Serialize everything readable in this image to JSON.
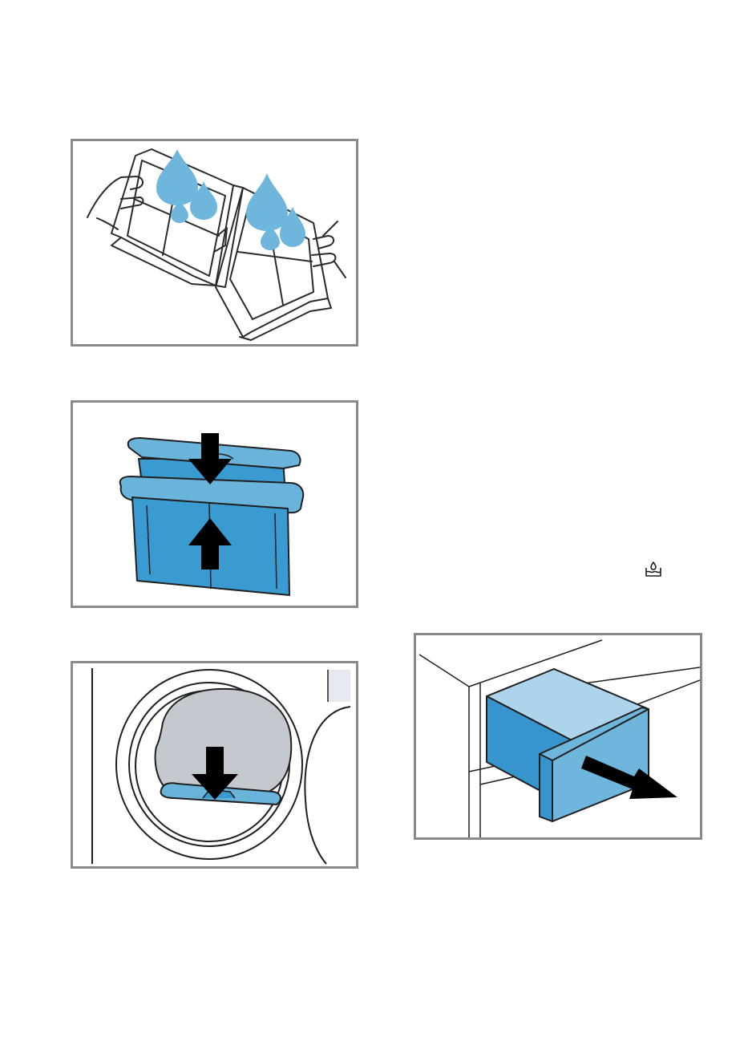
{
  "page": {
    "background": "#ffffff",
    "panel_border": "#8a8a8a"
  },
  "illustrations": [
    {
      "id": "filter-rinse",
      "icon": "filter-wash-illustration"
    },
    {
      "id": "filter-reassemble",
      "icon": "filter-assemble-illustration"
    },
    {
      "id": "filter-insert",
      "icon": "filter-insert-door-illustration"
    },
    {
      "id": "tank-pull-out",
      "icon": "water-tank-drawer-illustration"
    }
  ],
  "symbols": {
    "tank_icon": "condensate-tank-icon"
  },
  "colors": {
    "water": "#6fb6dc",
    "filter_blue": "#3a9bd1",
    "filter_light": "#6ab4dc",
    "drawer_top": "#acd5ec",
    "drawer_side": "#3894cc",
    "drum_grey": "#c4c8cf",
    "arrow": "#000000"
  }
}
